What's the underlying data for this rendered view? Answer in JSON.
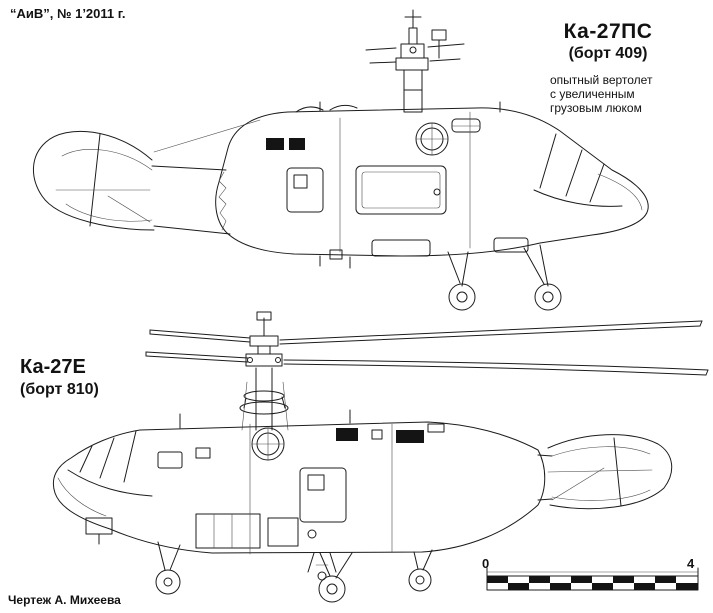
{
  "page": {
    "header": "“АиВ”, № 1’2011 г.",
    "credit": "Чертеж А. Михеева"
  },
  "drawings": {
    "ka27ps": {
      "title": "Ка-27ПС",
      "board": "(борт 409)",
      "note_lines": [
        "опытный вертолет",
        "с увеличенным",
        "грузовым люком"
      ]
    },
    "ka27e": {
      "title": "Ка-27Е",
      "board": "(борт 810)"
    }
  },
  "scale_bar": {
    "start": "0",
    "end": "4"
  },
  "colors": {
    "ink": "#1c1c1c",
    "paper": "#ffffff"
  }
}
